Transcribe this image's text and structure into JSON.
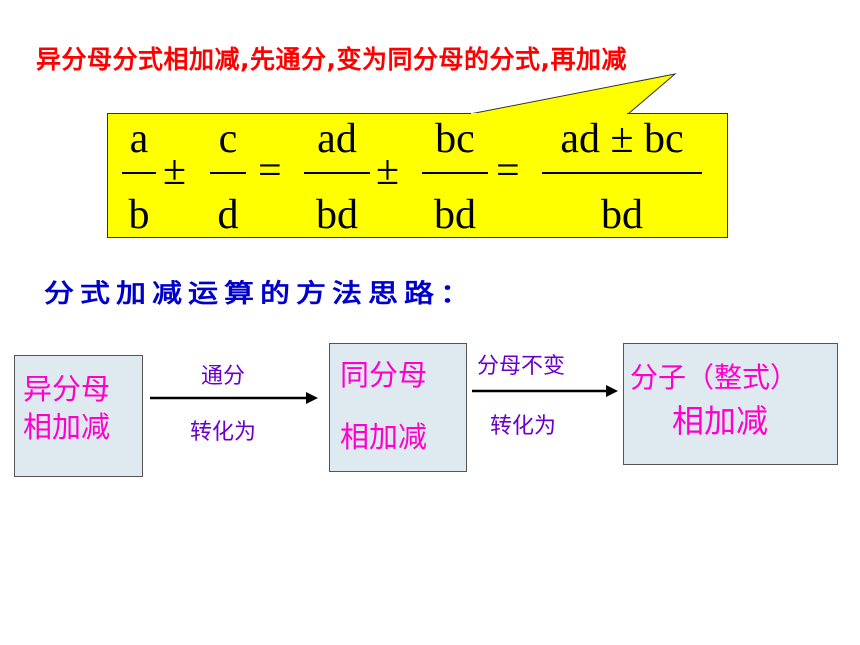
{
  "title": "异分母分式相加减,先通分,变为同分母的分式,再加减",
  "formula": {
    "frac1": {
      "num": "a",
      "den": "b"
    },
    "pm1": "±",
    "frac2": {
      "num": "c",
      "den": "d"
    },
    "eq1": "=",
    "frac3": {
      "num": "ad",
      "den": "bd"
    },
    "pm2": "±",
    "frac4": {
      "num": "bc",
      "den": "bd"
    },
    "eq2": "=",
    "frac5": {
      "num": "ad ± bc",
      "den": "bd"
    }
  },
  "subtitle": "分式加减运算的方法思路：",
  "flow": {
    "box1": {
      "line1": "异分母",
      "line2": "相加减"
    },
    "arrow1": {
      "top": "通分",
      "bottom": "转化为"
    },
    "box2": {
      "line1": "同分母",
      "line2": "相加减"
    },
    "arrow2": {
      "top": "分母不变",
      "bottom": "转化为"
    },
    "box3": {
      "line1": "分子（整式）",
      "line2": "相加减"
    }
  },
  "colors": {
    "title": "#ff0000",
    "formula_bg": "#ffff00",
    "subtitle": "#0000cc",
    "box_text": "#ff00cc",
    "arrow_text": "#6a00cc",
    "box_bg": "#dfe9f0"
  }
}
